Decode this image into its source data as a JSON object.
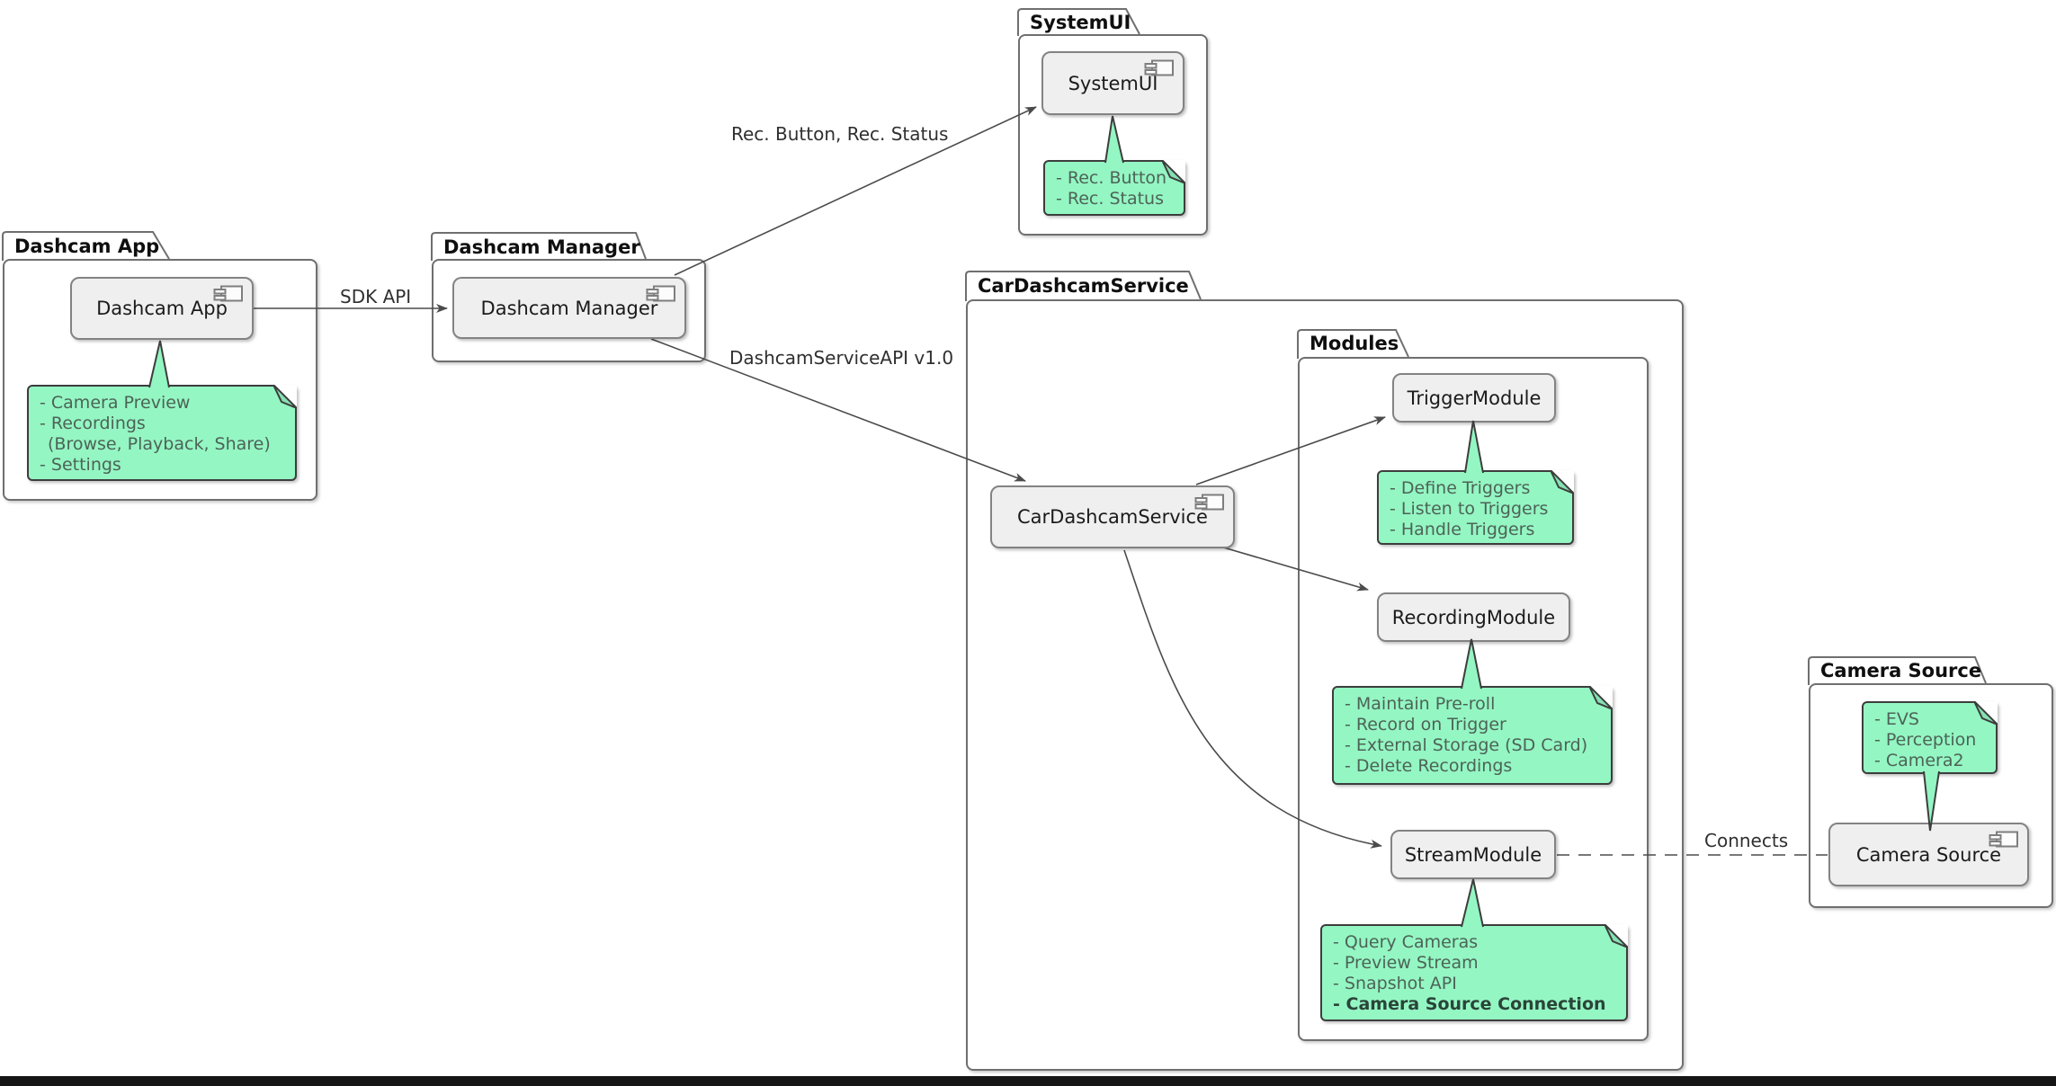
{
  "packages": {
    "dashcamApp": {
      "label": "Dashcam App"
    },
    "dashcamManager": {
      "label": "Dashcam Manager"
    },
    "systemUi": {
      "label": "SystemUI"
    },
    "carDashcamService": {
      "label": "CarDashcamService"
    },
    "modules": {
      "label": "Modules"
    },
    "cameraSource": {
      "label": "Camera Source"
    }
  },
  "components": {
    "dashcamApp": "Dashcam App",
    "dashcamManager": "Dashcam Manager",
    "systemUi": "SystemUI",
    "carDashcamService": "CarDashcamService",
    "triggerModule": "TriggerModule",
    "recordingModule": "RecordingModule",
    "streamModule": "StreamModule",
    "cameraSource": "Camera Source"
  },
  "notes": {
    "dashcamApp": {
      "lines": [
        "- Camera Preview",
        "- Recordings",
        "(Browse, Playback, Share)",
        "- Settings"
      ]
    },
    "systemUi": {
      "lines": [
        "- Rec. Button",
        "- Rec. Status"
      ]
    },
    "triggerModule": {
      "lines": [
        "- Define Triggers",
        "- Listen to Triggers",
        "- Handle Triggers"
      ]
    },
    "recordingModule": {
      "lines": [
        "- Maintain Pre-roll",
        "- Record on Trigger",
        "- External Storage (SD Card)",
        "- Delete Recordings"
      ]
    },
    "streamModule": {
      "lines": [
        "- Query Cameras",
        "- Preview Stream",
        "- Snapshot API"
      ],
      "bold_line": "- Camera Source Connection"
    },
    "cameraSource": {
      "lines": [
        "- EVS",
        "- Perception",
        "- Camera2"
      ]
    }
  },
  "edges": {
    "sdkApi": {
      "label": "SDK API"
    },
    "recButtonStatus": {
      "label": "Rec. Button, Rec. Status"
    },
    "dashcamServiceApi": {
      "label": "DashcamServiceAPI v1.0"
    },
    "connects": {
      "label": "Connects"
    }
  },
  "colors": {
    "note_fill": "#94F6C3",
    "note_border": "#3D3D3D",
    "component_fill": "#EFEFEF",
    "component_border": "#838383",
    "package_border": "#6F6F6F",
    "edge": "#4B4B4B",
    "bottom_bar": "#151515"
  }
}
